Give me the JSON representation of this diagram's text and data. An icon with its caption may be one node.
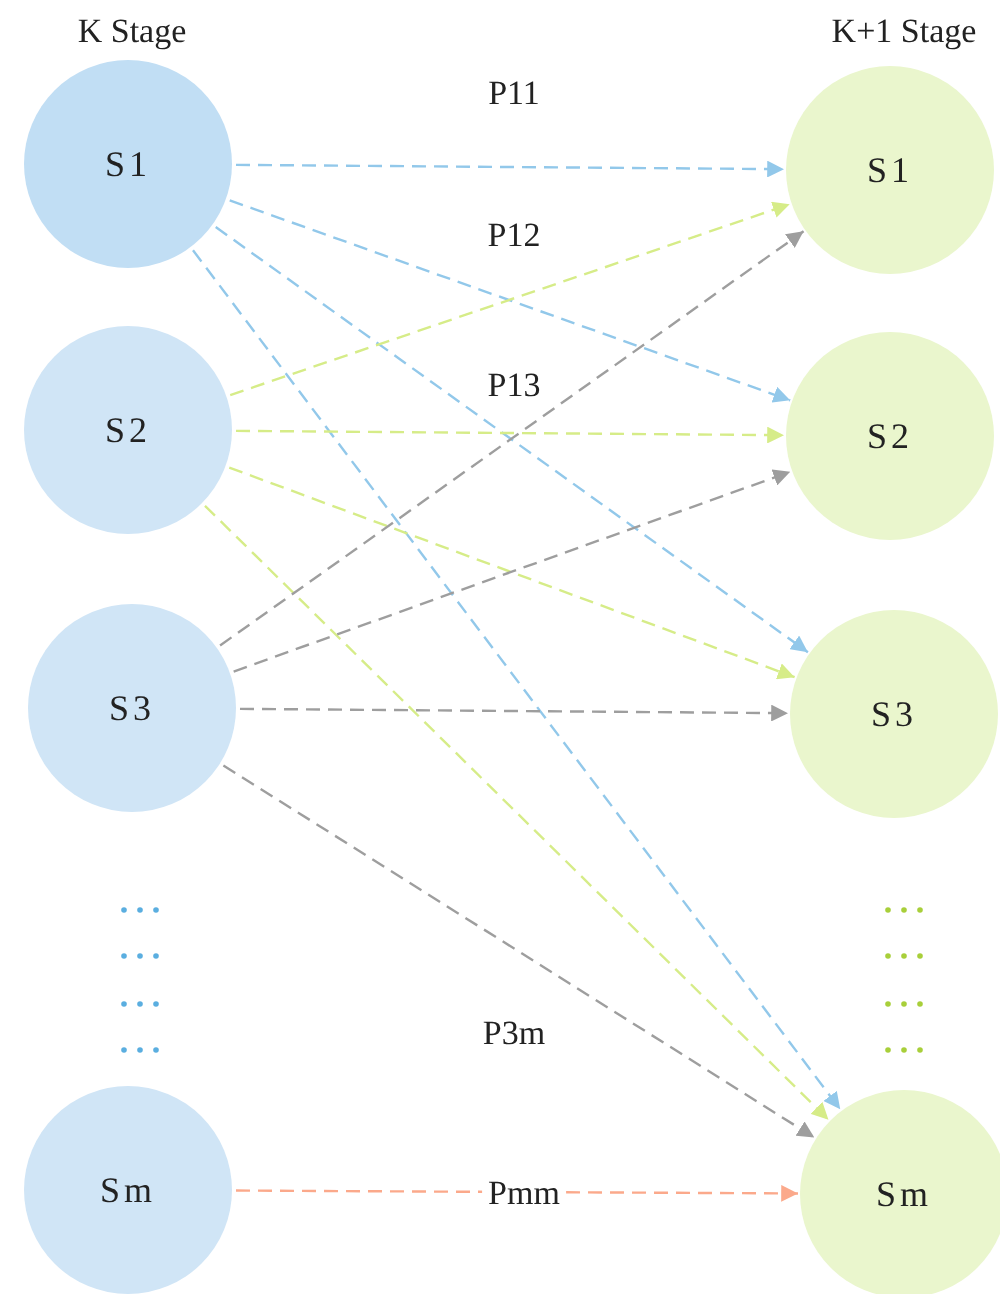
{
  "diagram": {
    "nodes": [
      {
        "text": [
          "S1"
        ]
      },
      {
        "text": [
          "S2"
        ]
      },
      {
        "text": [
          "S3"
        ]
      },
      {
        "text": [
          "Sm"
        ]
      },
      {
        "text": [
          "S1"
        ]
      },
      {
        "text": [
          "S2"
        ]
      },
      {
        "text": [
          "S3"
        ]
      },
      {
        "text": [
          "Sm"
        ]
      }
    ],
    "edges": [
      {
        "from": 0,
        "to": 4,
        "arrow": "to",
        "label": "P11",
        "style": "dashed",
        "color": "#92c8ea"
      },
      {
        "from": 0,
        "to": 5,
        "arrow": "to",
        "label": "P12",
        "style": "dashed",
        "color": "#92c8ea"
      },
      {
        "from": 0,
        "to": 6,
        "arrow": "to",
        "label": "P13",
        "style": "dashed",
        "color": "#92c8ea"
      },
      {
        "from": 0,
        "to": 7,
        "arrow": "to",
        "style": "dashed",
        "color": "#92c8ea"
      },
      {
        "from": 1,
        "to": 4,
        "arrow": "to",
        "style": "dashed",
        "color": "#d6ec88"
      },
      {
        "from": 1,
        "to": 5,
        "arrow": "to",
        "style": "dashed",
        "color": "#d6ec88"
      },
      {
        "from": 1,
        "to": 6,
        "arrow": "to",
        "style": "dashed",
        "color": "#d6ec88"
      },
      {
        "from": 1,
        "to": 7,
        "arrow": "to",
        "style": "dashed",
        "color": "#d6ec88"
      },
      {
        "from": 2,
        "to": 4,
        "arrow": "to",
        "style": "dashed",
        "color": "#9e9e9e"
      },
      {
        "from": 2,
        "to": 5,
        "arrow": "to",
        "style": "dashed",
        "color": "#9e9e9e"
      },
      {
        "from": 2,
        "to": 6,
        "arrow": "to",
        "style": "dashed",
        "color": "#9e9e9e"
      },
      {
        "from": 2,
        "to": 7,
        "arrow": "to",
        "label": "P3m",
        "style": "dashed",
        "color": "#9e9e9e"
      },
      {
        "from": 3,
        "to": 7,
        "arrow": "to",
        "label": "Pmm",
        "style": "dashed",
        "color": "#fba98b"
      }
    ],
    "labels": [
      "K Stage",
      "K+1 Stage"
    ]
  }
}
